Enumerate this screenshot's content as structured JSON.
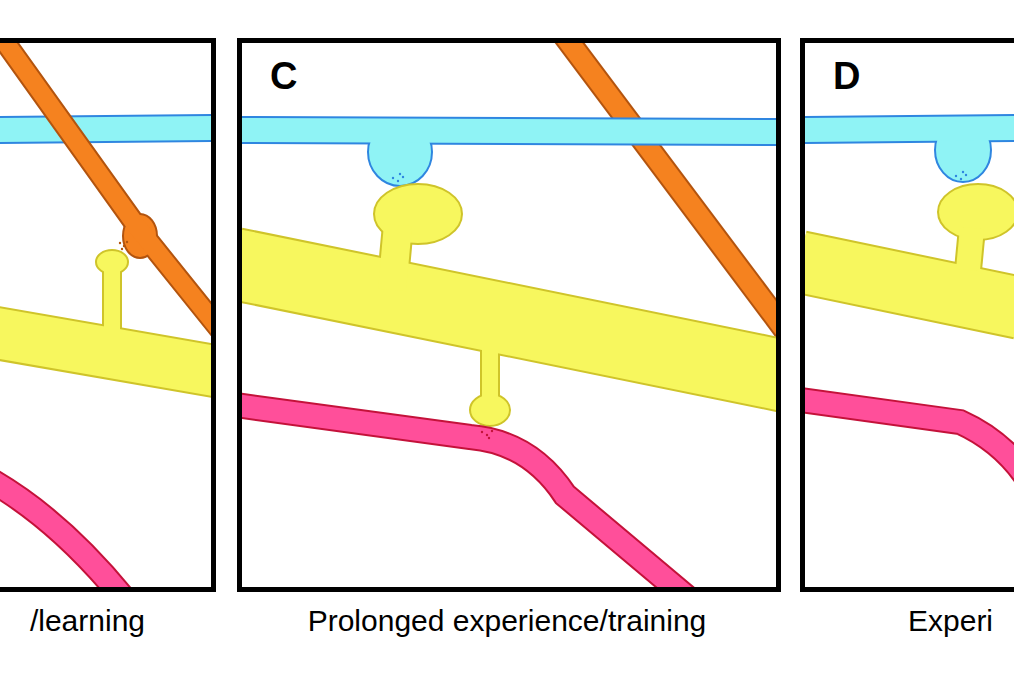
{
  "diagram": {
    "nodes": [
      {
        "text": [
          "/learning"
        ]
      },
      {
        "text": [
          "C",
          "Prolonged experience/training"
        ]
      },
      {
        "text": [
          "D",
          "Experi"
        ]
      }
    ]
  }
}
